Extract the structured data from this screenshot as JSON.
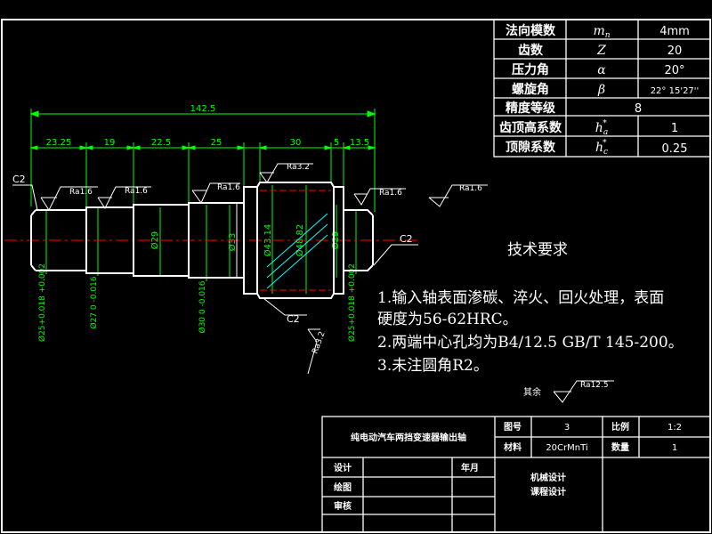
{
  "gear_params": {
    "rows": [
      {
        "label": "法向模数",
        "symbol": "mn",
        "value": "4mm"
      },
      {
        "label": "齿数",
        "symbol": "Z",
        "value": "20"
      },
      {
        "label": "压力角",
        "symbol": "α",
        "value": "20°"
      },
      {
        "label": "螺旋角",
        "symbol": "β",
        "value": "22° 15'27''"
      },
      {
        "label": "精度等级",
        "symbol": "",
        "value": "8"
      },
      {
        "label": "齿顶高系数",
        "symbol": "h*a",
        "value": "1"
      },
      {
        "label": "顶隙系数",
        "symbol": "h*c",
        "value": "0.25"
      }
    ]
  },
  "dimensions": {
    "overall": "142.5",
    "segments": [
      "23.25",
      "19",
      "22.5",
      "25",
      "30",
      "5",
      "13.5"
    ],
    "diameters": [
      "Ø29",
      "Ø33",
      "Ø43.14",
      "Ø48.82",
      "Ø29"
    ],
    "toleranced": [
      "Ø25+0.018 +0.002",
      "Ø27 0 -0.016",
      "Ø30 0 -0.016",
      "Ø25+0.018 +0.002"
    ],
    "chamfers": [
      "C2",
      "C2",
      "C2"
    ]
  },
  "roughness": {
    "r1": "Ra1.6",
    "r2": "Ra1.6",
    "r3": "Ra1.6",
    "r4": "Ra3.2",
    "r5": "Ra1.6",
    "r6": "Ra1.6",
    "r7": "Ra3.2",
    "rest_label": "其余",
    "rest": "Ra12.5"
  },
  "tech_requirements": {
    "title": "技术要求",
    "items": [
      "1.输入轴表面渗碳、淬火、回火处理，表面",
      "硬度为56-62HRC。",
      "2.两端中心孔均为B4/12.5 GB/T 145-200。",
      "3.未注圆角R2。"
    ]
  },
  "title_block": {
    "part_name": "纯电动汽车两挡变速器输出轴",
    "drawing_no_label": "图号",
    "drawing_no": "3",
    "scale_label": "比例",
    "scale": "1:2",
    "material_label": "材料",
    "material": "20CrMnTi",
    "qty_label": "数量",
    "qty": "1",
    "design_label": "设计",
    "date_label": "年月",
    "draw_label": "绘图",
    "review_label": "审核",
    "course_line1": "机械设计",
    "course_line2": "课程设计"
  },
  "colors": {
    "line": "#ffffff",
    "dim": "#00ff00",
    "center": "#ff0000",
    "hatch": "#00ffff"
  }
}
